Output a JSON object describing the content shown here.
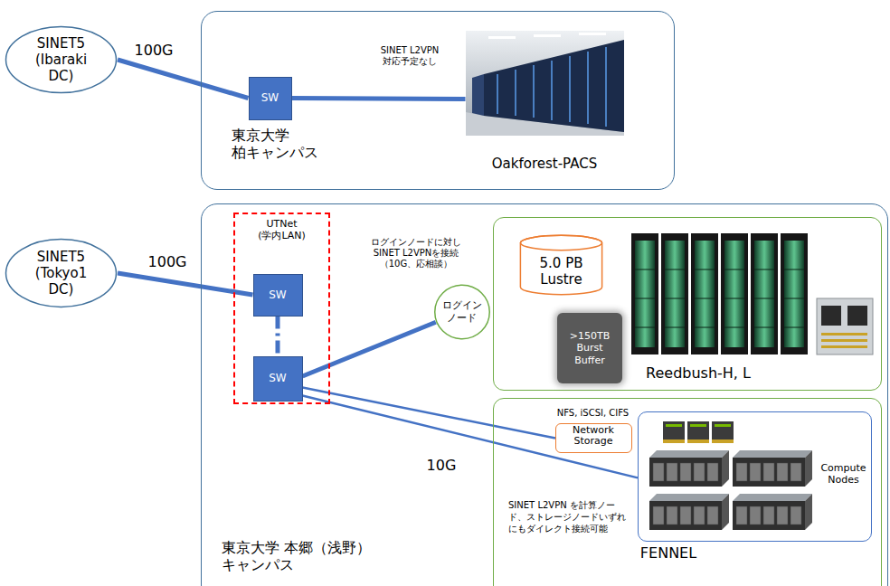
{
  "diagram": {
    "nodes": [
      {
        "text": [
          "SINET5 (Ibaraki DC)"
        ]
      },
      {
        "text": [
          "東京大学 柏キャンパス"
        ]
      },
      {
        "text": [
          "SW"
        ],
        "in": 1
      },
      {
        "text": [
          "Oakforest-PACS"
        ],
        "in": 1
      },
      {
        "text": [
          "SINET5 (Tokyo1 DC)"
        ]
      },
      {
        "text": [
          "東京大学 本郷（浅野）キャンパス"
        ]
      },
      {
        "text": [
          "UTNet (学内LAN)"
        ],
        "in": 5
      },
      {
        "text": [
          "SW"
        ],
        "in": 6
      },
      {
        "text": [
          "SW"
        ],
        "in": 6
      },
      {
        "text": [
          "ログイン ノード"
        ],
        "in": 5
      },
      {
        "text": [
          "Reedbush-H, L"
        ],
        "in": 5
      },
      {
        "text": [
          "5.0 PB Lustre"
        ],
        "in": 10
      },
      {
        "text": [
          ">150TB Burst Buffer"
        ],
        "in": 10
      },
      {
        "text": [
          "FENNEL"
        ],
        "in": 5
      },
      {
        "text": [
          "NFS, iSCSI, CIFS",
          "Network Storage"
        ],
        "in": 13
      },
      {
        "text": [
          "Compute Nodes"
        ],
        "in": 13
      }
    ],
    "edges": [
      {
        "from": 0,
        "to": 2,
        "arrow": "none",
        "label": "100G"
      },
      {
        "from": 2,
        "to": 3,
        "arrow": "none",
        "label": "SINET L2VPN 対応予定なし"
      },
      {
        "from": 4,
        "to": 7,
        "arrow": "none",
        "label": "100G"
      },
      {
        "from": 7,
        "to": 8,
        "arrow": "none"
      },
      {
        "from": 8,
        "to": 9,
        "arrow": "none"
      },
      {
        "from": 8,
        "to": 14,
        "arrow": "none"
      },
      {
        "from": 8,
        "to": 15,
        "arrow": "none"
      }
    ],
    "labels": [
      "ログインノードに対し SINET L2VPNを接続 （10G、応相談）",
      "10G",
      "SINET L2VPN を計算ノード、ストレージノードいずれにもダイレクト接続可能"
    ]
  }
}
